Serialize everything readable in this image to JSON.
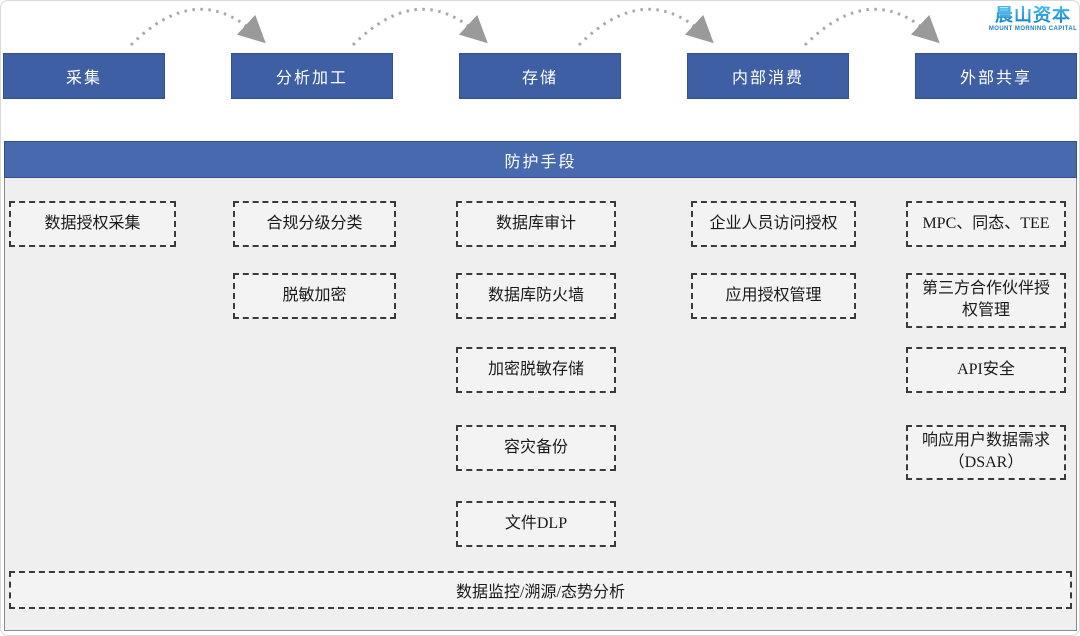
{
  "brand": {
    "logo_text": "晨山资本",
    "logo_subtext": "MOUNT MORNING CAPITAL"
  },
  "lifecycle": {
    "stages": [
      {
        "label": "采集"
      },
      {
        "label": "分析加工"
      },
      {
        "label": "存储"
      },
      {
        "label": "内部消费"
      },
      {
        "label": "外部共享"
      }
    ]
  },
  "protection_panel": {
    "title": "防护手段",
    "columns": [
      {
        "items": [
          "数据授权采集"
        ]
      },
      {
        "items": [
          "合规分级分类",
          "脱敏加密"
        ]
      },
      {
        "items": [
          "数据库审计",
          "数据库防火墙",
          "加密脱敏存储",
          "容灾备份",
          "文件DLP"
        ]
      },
      {
        "items": [
          "企业人员访问授权",
          "应用授权管理"
        ]
      },
      {
        "items": [
          "MPC、同态、TEE",
          "第三方合作伙伴授权管理",
          "API安全",
          "响应用户数据需求（DSAR）"
        ]
      }
    ],
    "footer": "数据监控/溯源/态势分析"
  },
  "colors": {
    "stage_box_blue": "#3f5fa4",
    "panel_header_blue": "#4769ae",
    "panel_body_gray": "#efefef",
    "dashed_border": "#3a3a3a",
    "arrow_gray": "#a8a8a8",
    "logo_blue": "#1e97d5"
  }
}
